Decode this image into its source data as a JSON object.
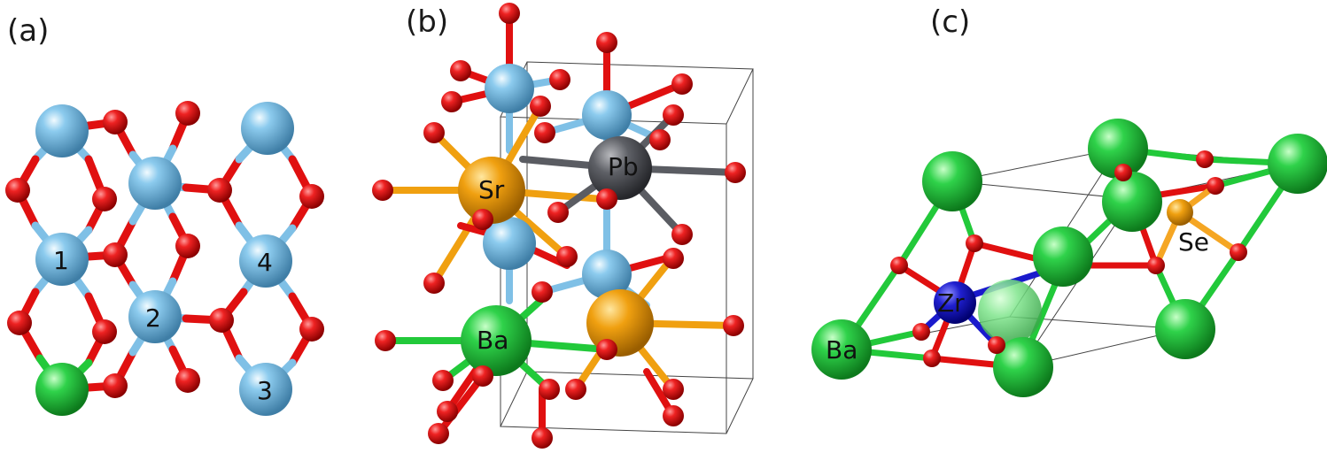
{
  "panels": [
    {
      "id": "a",
      "label": "(a)"
    },
    {
      "id": "b",
      "label": "(b)"
    },
    {
      "id": "c",
      "label": "(c)"
    }
  ],
  "site_numbers": [
    "1",
    "2",
    "3",
    "4"
  ],
  "element_labels": {
    "sr": "Sr",
    "pb": "Pb",
    "ba": "Ba",
    "zr": "Zr",
    "se": "Se"
  },
  "colors": {
    "oxygen": "#e01010",
    "cation_blue": "#7fc0e6",
    "barium_green": "#22c93a",
    "strontium_orange": "#f0a010",
    "lead_gray": "#5a5c62",
    "zirconium_blue": "#1a1acc",
    "selenium_orange": "#f5a623",
    "cell_line": "#444444"
  }
}
